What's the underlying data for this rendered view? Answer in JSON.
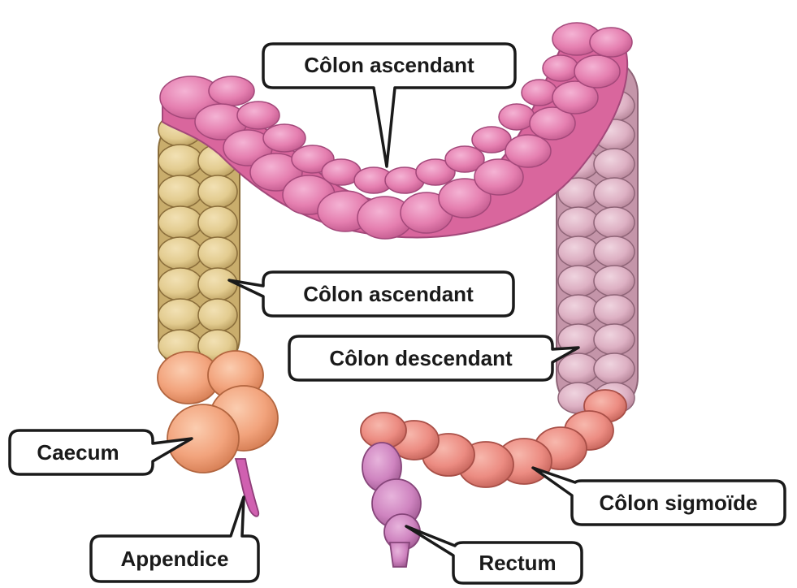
{
  "labels": {
    "transverse": "Côlon ascendant",
    "ascending": "Côlon ascendant",
    "descending": "Côlon descendant",
    "caecum": "Caecum",
    "appendix": "Appendice",
    "sigmoid": "Côlon sigmoïde",
    "rectum": "Rectum"
  },
  "colors": {
    "transverse": "#e57fb0",
    "ascending": "#e3cc90",
    "descending": "#ddb0c3",
    "caecum": "#f2a37c",
    "sigmoid": "#ec8c82",
    "rectum": "#cf84c0",
    "appendix": "#d060b0",
    "outline": "#1a1a1a"
  }
}
